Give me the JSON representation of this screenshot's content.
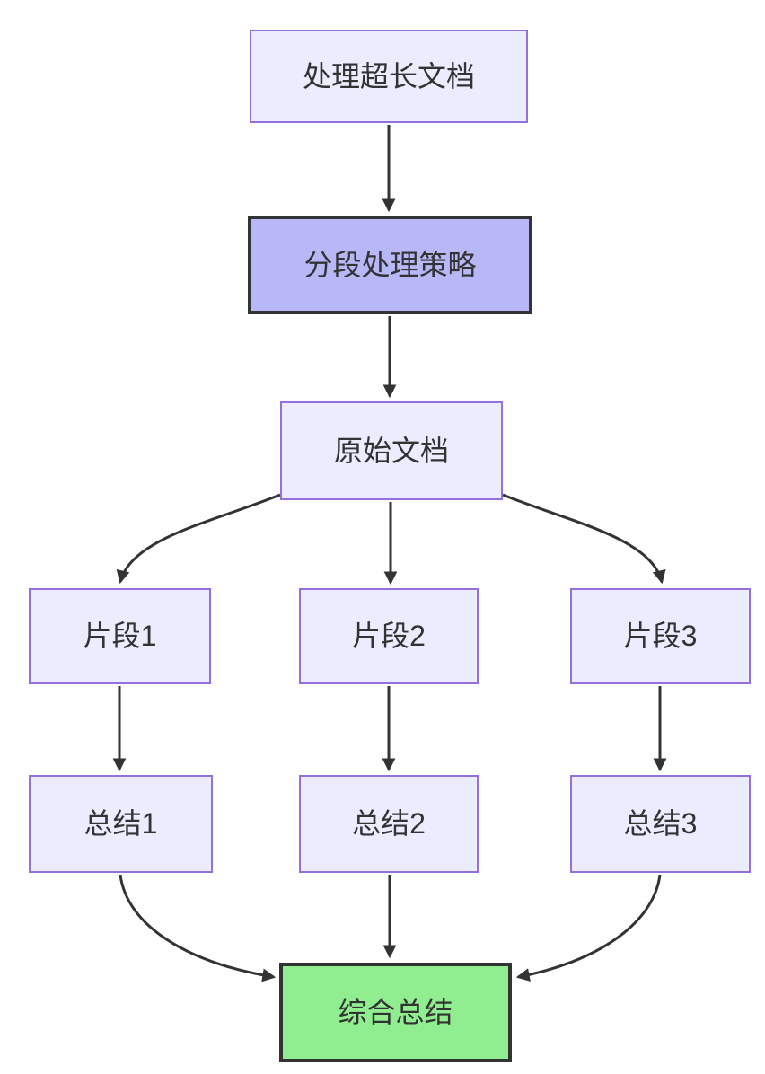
{
  "diagram": {
    "type": "flowchart",
    "direction": "top-down",
    "background": "#ffffff",
    "colors": {
      "node_fill": "#ECECFF",
      "node_border": "#9370DB",
      "emphasis_fill": "#B8B8F8",
      "emphasis_border": "#333333",
      "result_fill": "#90EE90",
      "result_border": "#333333",
      "edge_color": "#333333",
      "text_color": "#333333"
    },
    "nodes": [
      {
        "id": "title",
        "label": "处理超长文档",
        "style": "default"
      },
      {
        "id": "strategy",
        "label": "分段处理策略",
        "style": "emphasis"
      },
      {
        "id": "doc",
        "label": "原始文档",
        "style": "default"
      },
      {
        "id": "chunk1",
        "label": "片段1",
        "style": "default"
      },
      {
        "id": "chunk2",
        "label": "片段2",
        "style": "default"
      },
      {
        "id": "chunk3",
        "label": "片段3",
        "style": "default"
      },
      {
        "id": "sum1",
        "label": "总结1",
        "style": "default"
      },
      {
        "id": "sum2",
        "label": "总结2",
        "style": "default"
      },
      {
        "id": "sum3",
        "label": "总结3",
        "style": "default"
      },
      {
        "id": "final",
        "label": "综合总结",
        "style": "result"
      }
    ],
    "edges": [
      {
        "from": "title",
        "to": "strategy"
      },
      {
        "from": "strategy",
        "to": "doc"
      },
      {
        "from": "doc",
        "to": "chunk1"
      },
      {
        "from": "doc",
        "to": "chunk2"
      },
      {
        "from": "doc",
        "to": "chunk3"
      },
      {
        "from": "chunk1",
        "to": "sum1"
      },
      {
        "from": "chunk2",
        "to": "sum2"
      },
      {
        "from": "chunk3",
        "to": "sum3"
      },
      {
        "from": "sum1",
        "to": "final"
      },
      {
        "from": "sum2",
        "to": "final"
      },
      {
        "from": "sum3",
        "to": "final"
      }
    ]
  }
}
